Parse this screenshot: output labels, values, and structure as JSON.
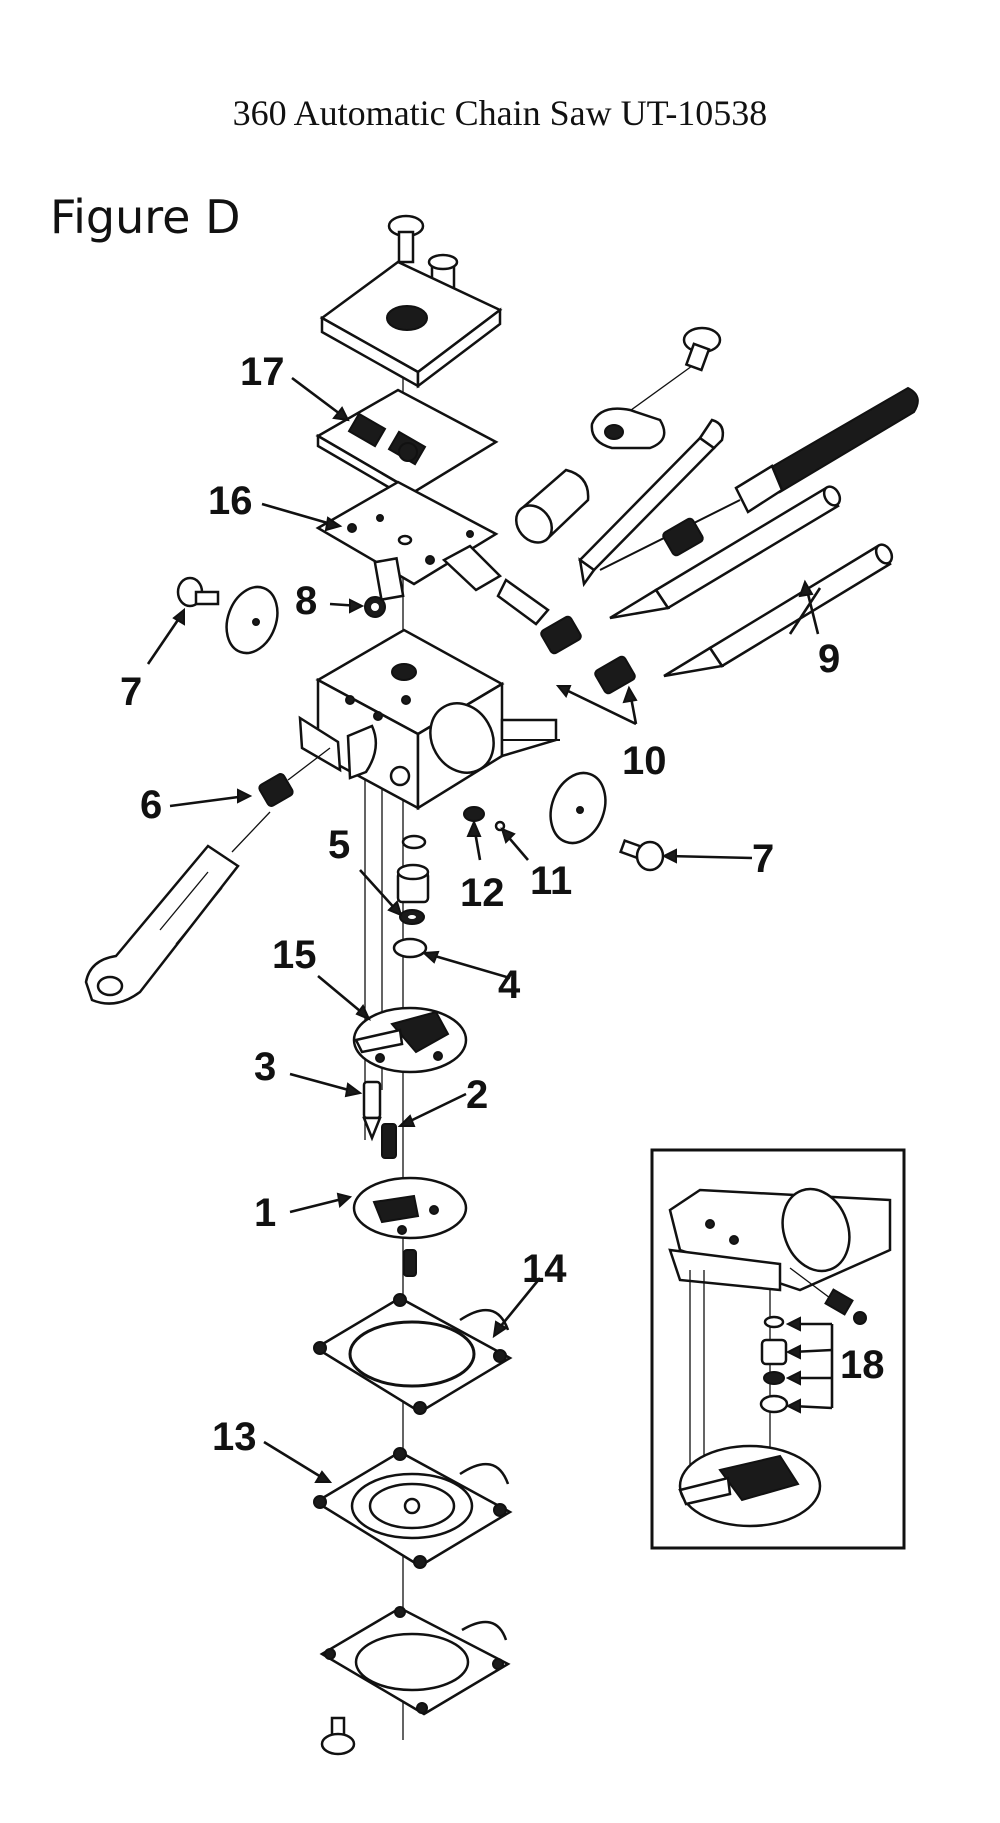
{
  "header": {
    "title": "360 Automatic Chain Saw UT-10538",
    "figure_label": "Figure D"
  },
  "callouts": [
    {
      "id": "c17",
      "text": "17"
    },
    {
      "id": "c16",
      "text": "16"
    },
    {
      "id": "c8",
      "text": "8"
    },
    {
      "id": "c7a",
      "text": "7"
    },
    {
      "id": "c9",
      "text": "9"
    },
    {
      "id": "c10",
      "text": "10"
    },
    {
      "id": "c6",
      "text": "6"
    },
    {
      "id": "c7b",
      "text": "7"
    },
    {
      "id": "c5",
      "text": "5"
    },
    {
      "id": "c12",
      "text": "12"
    },
    {
      "id": "c11",
      "text": "11"
    },
    {
      "id": "c15",
      "text": "15"
    },
    {
      "id": "c4",
      "text": "4"
    },
    {
      "id": "c3",
      "text": "3"
    },
    {
      "id": "c2",
      "text": "2"
    },
    {
      "id": "c1",
      "text": "1"
    },
    {
      "id": "c14",
      "text": "14"
    },
    {
      "id": "c13",
      "text": "13"
    },
    {
      "id": "c18",
      "text": "18"
    }
  ]
}
